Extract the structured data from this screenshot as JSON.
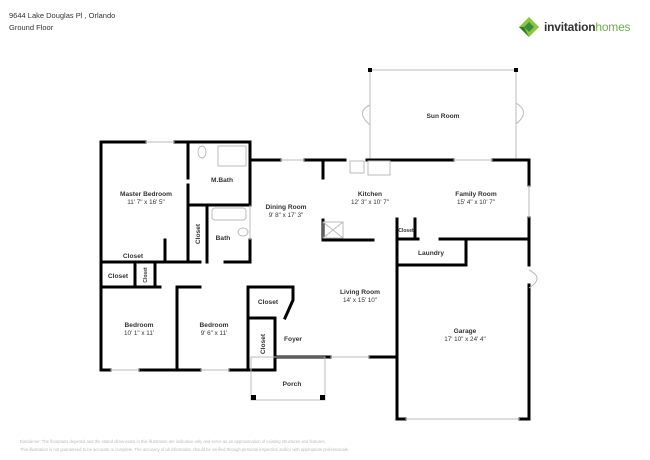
{
  "header": {
    "address": "9644 Lake Douglas Pl , Orlando",
    "floor": "Ground Floor"
  },
  "logo": {
    "word1": "invitation",
    "word2": "homes",
    "brand_color": "#6ab04c"
  },
  "rooms": {
    "sun_room": {
      "label": "Sun Room"
    },
    "master_bedroom": {
      "label": "Master Bedroom",
      "dims": "11' 7\" x 16' 5\""
    },
    "m_bath": {
      "label": "M.Bath"
    },
    "dining_room": {
      "label": "Dining Room",
      "dims": "9' 8\" x 17' 3\""
    },
    "kitchen": {
      "label": "Kitchen",
      "dims": "12' 3\" x 10' 7\""
    },
    "family_room": {
      "label": "Family Room",
      "dims": "15' 4\" x 10' 7\""
    },
    "bath": {
      "label": "Bath"
    },
    "closet": {
      "label": "Closet"
    },
    "laundry": {
      "label": "Laundry"
    },
    "living_room": {
      "label": "Living Room",
      "dims": "14' x 15' 10\""
    },
    "bedroom1": {
      "label": "Bedroom",
      "dims": "10' 1\" x 11'"
    },
    "bedroom2": {
      "label": "Bedroom",
      "dims": "9' 6\" x 11'"
    },
    "foyer": {
      "label": "Foyer"
    },
    "porch": {
      "label": "Porch"
    },
    "garage": {
      "label": "Garage",
      "dims": "17' 10\" x 24' 4\""
    }
  },
  "disclaimer": {
    "line1": "Disclaimer: The floorplans depicted and the stated dimensions in this illustration are indicative only and serve as an approximation of existing structures and features.",
    "line2": "This illustration is not guaranteed to be accurate or complete. The accuracy of all information should be verified through personal inspection and/or with appropriate professionals."
  }
}
